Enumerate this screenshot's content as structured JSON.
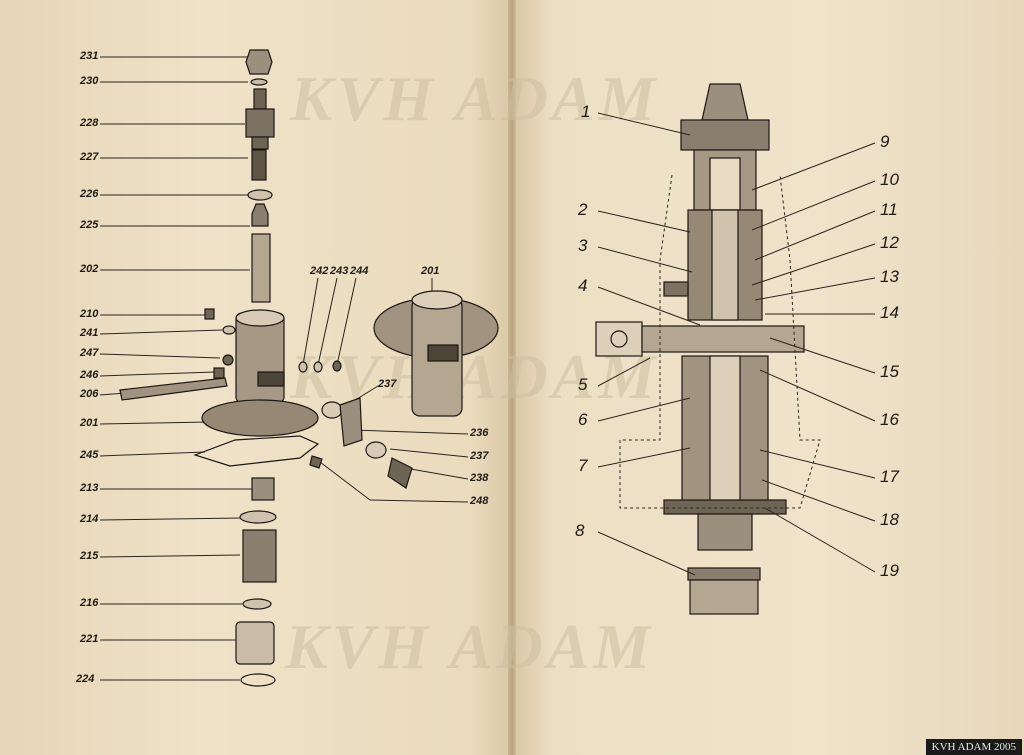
{
  "watermark": {
    "text": "KVH ADAM"
  },
  "credit": {
    "text": "KVH ADAM 2005"
  },
  "exploded_view": {
    "callouts": [
      "231",
      "230",
      "228",
      "227",
      "226",
      "225",
      "202",
      "210",
      "241",
      "247",
      "246",
      "206",
      "201",
      "245",
      "213",
      "214",
      "215",
      "216",
      "221",
      "224"
    ],
    "side_callouts": [
      "242",
      "243",
      "244",
      "201",
      "237",
      "236",
      "237",
      "238",
      "248"
    ]
  },
  "section_view": {
    "left_callouts": [
      "1",
      "2",
      "3",
      "4",
      "5",
      "6",
      "7",
      "8"
    ],
    "right_callouts": [
      "9",
      "10",
      "11",
      "12",
      "13",
      "14",
      "15",
      "16",
      "17",
      "18",
      "19"
    ]
  },
  "colors": {
    "paper": "#ecdfc4",
    "ink": "#1e1a14",
    "watermark": "#cdbfa0"
  }
}
